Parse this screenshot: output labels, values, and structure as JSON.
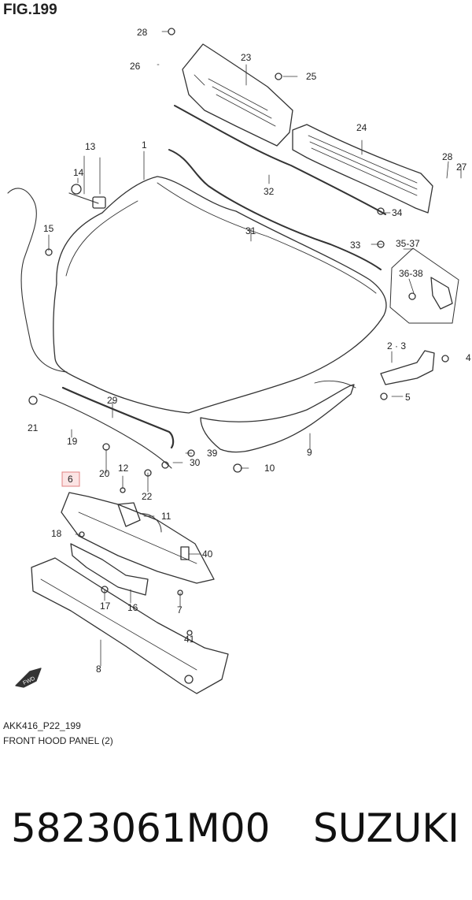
{
  "figure": {
    "title": "FIG.199",
    "code": "AKK416_P22_199",
    "name": "FRONT HOOD PANEL (2)",
    "highlight_color": "#e08080"
  },
  "callouts": {
    "c1": "1",
    "c2_3": "2 · 3",
    "c4": "4",
    "c5": "5",
    "c6": "6",
    "c7": "7",
    "c8": "8",
    "c9": "9",
    "c10": "10",
    "c11": "11",
    "c12": "12",
    "c13": "13",
    "c14": "14",
    "c15": "15",
    "c16": "16",
    "c17": "17",
    "c18": "18",
    "c19": "19",
    "c20": "20",
    "c21": "21",
    "c22": "22",
    "c23": "23",
    "c24": "24",
    "c25": "25",
    "c26": "26",
    "c27": "27",
    "c28a": "28",
    "c28b": "28",
    "c29": "29",
    "c30": "30",
    "c31": "31",
    "c32": "32",
    "c33": "33",
    "c34": "34",
    "c35_37": "35-37",
    "c36_38": "36-38",
    "c39": "39",
    "c40": "40",
    "c41": "41"
  },
  "fwd_label": "FWD",
  "listing": {
    "part_number": "5823061M00",
    "brand": "SUZUKI"
  }
}
